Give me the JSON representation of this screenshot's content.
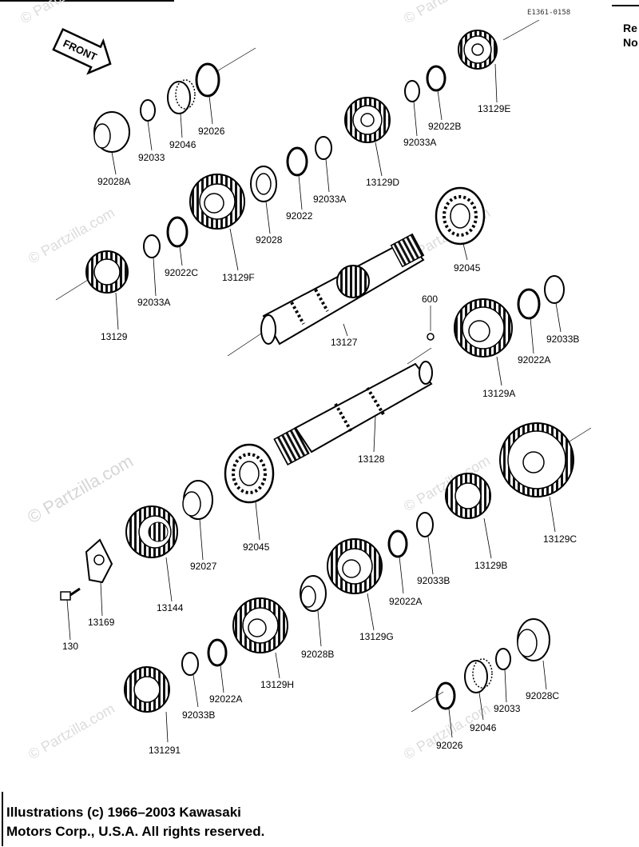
{
  "diagram_code": "E1361-0158",
  "side_text": [
    "Re",
    "No"
  ],
  "front_label": "FRONT",
  "watermarks": [
    "© Partzilla.com"
  ],
  "copyright": [
    "Illustrations (c) 1966–2003 Kawasaki",
    "Motors Corp., U.S.A.  All rights reserved."
  ],
  "part_labels": {
    "p92028A": "92028A",
    "p92033_1": "92033",
    "p92046_1": "92046",
    "p92026_1": "92026",
    "p13129E": "13129E",
    "p92022B": "92022B",
    "p92033A_1": "92033A",
    "p13129D": "13129D",
    "p92022": "92022",
    "p92033A_2": "92033A",
    "p92028": "92028",
    "p13129F": "13129F",
    "p92022C": "92022C",
    "p92033A_3": "92033A",
    "p13129": "13129",
    "p92045_1": "92045",
    "p13127": "13127",
    "p600": "600",
    "p92033B_1": "92033B",
    "p92022A_1": "92022A",
    "p13129A": "13129A",
    "p13128": "13128",
    "p13129C": "13129C",
    "p92045_2": "92045",
    "p92027": "92027",
    "p13144": "13144",
    "p13169": "13169",
    "p130": "130",
    "p13129B": "13129B",
    "p92033B_2": "92033B",
    "p92022A_2": "92022A",
    "p13129G": "13129G",
    "p92028B": "92028B",
    "p13129H": "13129H",
    "p92022A_3": "92022A",
    "p92033B_3": "92033B",
    "p131291": "131291",
    "p92028C": "92028C",
    "p92033_2": "92033",
    "p92046_2": "92046",
    "p92026_2": "92026"
  }
}
